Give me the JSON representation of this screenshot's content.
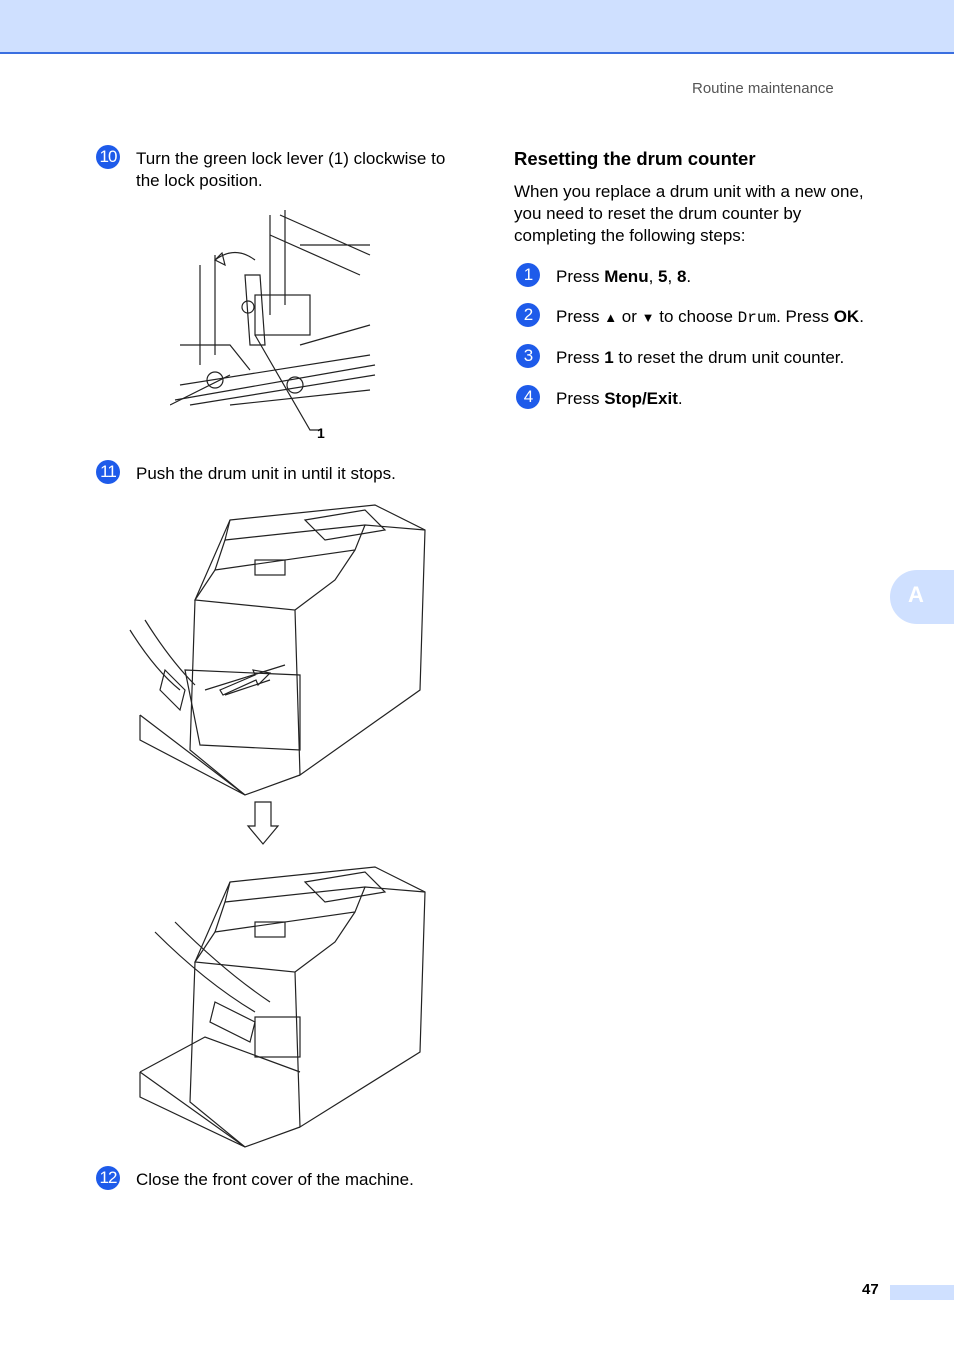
{
  "header": {
    "section_title": "Routine maintenance"
  },
  "steps_left": [
    {
      "badge": "10",
      "text": "Turn the green lock lever (1) clockwise to the lock position."
    },
    {
      "badge": "11",
      "text": "Push the drum unit in until it stops."
    },
    {
      "badge": "12",
      "text": "Close the front cover of the machine."
    }
  ],
  "figure_label": "1",
  "right": {
    "heading": "Resetting the drum counter",
    "intro": "When you replace a drum unit with a new one, you need to reset the drum counter by completing the following steps:",
    "steps": [
      {
        "badge": "1",
        "pre": "Press ",
        "b1": "Menu",
        "sep1": ", ",
        "b2": "5",
        "sep2": ", ",
        "b3": "8",
        "post": "."
      },
      {
        "badge": "2",
        "pre": "Press ",
        "up": "▲",
        "mid1": " or ",
        "down": "▼",
        "mid2": " to choose ",
        "code": "Drum",
        "mid3": ". Press ",
        "b": "OK",
        "post": "."
      },
      {
        "badge": "3",
        "pre": "Press ",
        "b": "1",
        "post": " to reset the drum unit counter."
      },
      {
        "badge": "4",
        "pre": "Press ",
        "b": "Stop/Exit",
        "post": "."
      }
    ]
  },
  "side_tab": "A",
  "page_number": "47",
  "colors": {
    "accent": "#1e5bea",
    "band": "#cfe0ff",
    "band_edge": "#3a6fe0"
  }
}
